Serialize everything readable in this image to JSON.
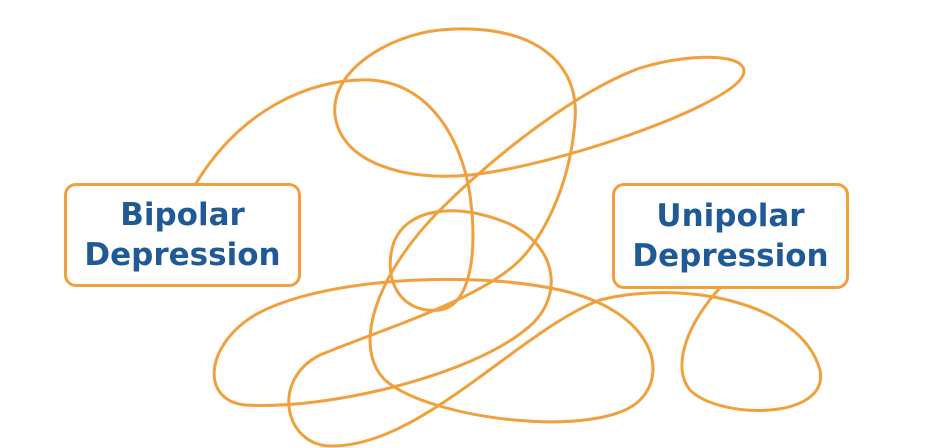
{
  "colors": {
    "line": "#f0a03c",
    "text": "#1f5a96"
  },
  "left_box": {
    "line1": "Bipolar",
    "line2": "Depression"
  },
  "right_box": {
    "line1": "Unipolar",
    "line2": "Depression"
  }
}
